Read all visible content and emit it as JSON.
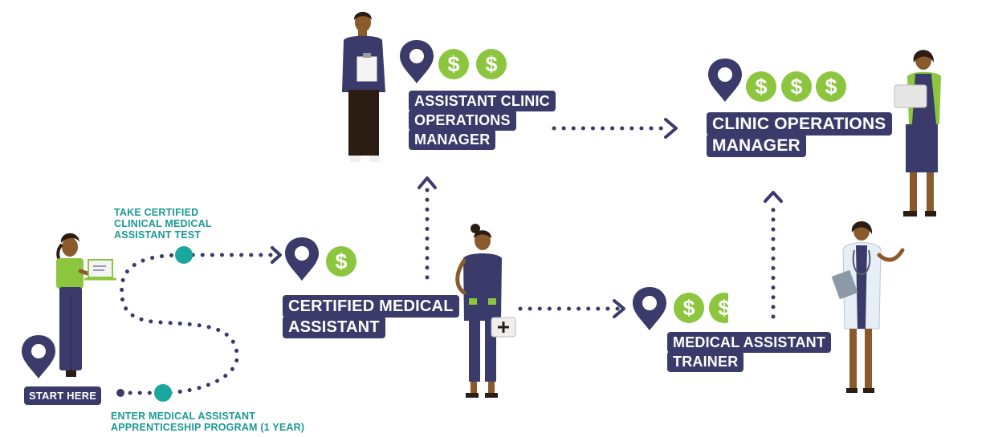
{
  "colors": {
    "navy": "#3a3b6a",
    "green": "#8cc63f",
    "teal": "#1aa79d",
    "teal_text": "#1a9a93",
    "skin": "#8a5a2b",
    "white": "#ffffff"
  },
  "start": {
    "label": "START HERE"
  },
  "steps": {
    "test": {
      "line1": "TAKE CERTIFIED",
      "line2": "CLINICAL MEDICAL",
      "line3": "ASSISTANT TEST"
    },
    "apprenticeship": {
      "line1": "ENTER MEDICAL ASSISTANT",
      "line2": "APPRENTICESHIP PROGRAM (1 YEAR)"
    }
  },
  "roles": {
    "certified": {
      "line1": "CERTIFIED MEDICAL",
      "line2": "ASSISTANT",
      "pay_level": 1
    },
    "trainer": {
      "line1": "MEDICAL ASSISTANT",
      "line2": "TRAINER",
      "pay_level": 2
    },
    "assistant_manager": {
      "line1": "ASSISTANT CLINIC",
      "line2": "OPERATIONS",
      "line3": "MANAGER",
      "pay_level": 2
    },
    "manager": {
      "line1": "CLINIC OPERATIONS",
      "line2": "MANAGER",
      "pay_level": 3
    }
  },
  "icons": {
    "pin": "location-pin-icon",
    "dollar": "dollar-sign-icon"
  }
}
